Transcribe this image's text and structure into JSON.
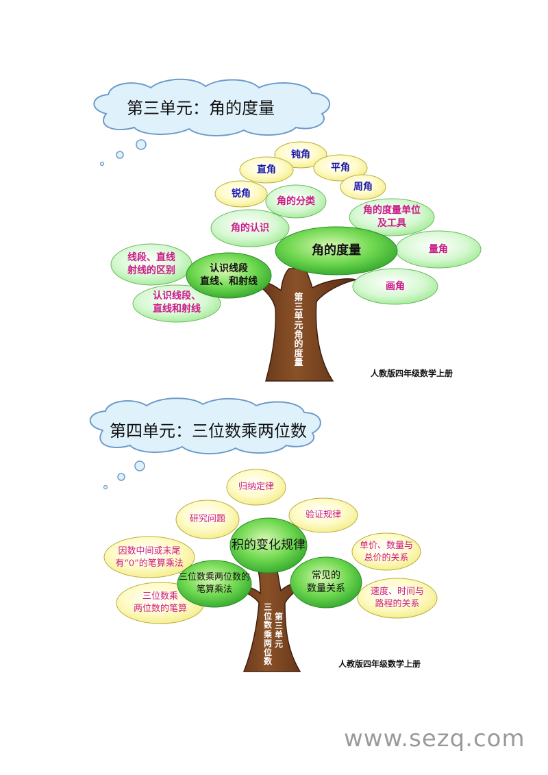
{
  "units": [
    {
      "title": "第三单元：角的度量",
      "center": "角的度量",
      "trunk_text": "第三单元角的度量",
      "caption": "人教版四年级数学上册",
      "types": [
        "钝角",
        "直角",
        "平角",
        "锐角",
        "周角"
      ],
      "nodes": {
        "classification": "角的分类",
        "recognize": "角的认识",
        "unit_tools": "角的度量单位\n及工具",
        "measure": "量角",
        "draw": "画角",
        "lines_root": "认识线段\n直线、和射线",
        "lines_diff": "线段、直线\n射线的区别",
        "lines_know": "认识线段、\n直线和射线"
      }
    },
    {
      "title": "第四单元：三位数乘两位数",
      "center": "积的变化规律",
      "trunk_text_1": "第三单元",
      "trunk_text_2": "三位数乘两位数",
      "caption": "人教版四年级数学上册",
      "nodes": {
        "induction": "归纳定律",
        "research": "研究问题",
        "verify": "验证规律",
        "zero": "因数中间或末尾\n有“0”的笔算乘法",
        "written": "三位数乘两位数的\n笔算乘法",
        "written_leaf": "三位数乘\n两位数的笔算",
        "common": "常见的\n数量关系",
        "unit_price": "单价、数量与\n总价的关系",
        "speed": "速度、时间与\n路程的关系"
      }
    }
  ],
  "watermark": "www.sezq.com"
}
